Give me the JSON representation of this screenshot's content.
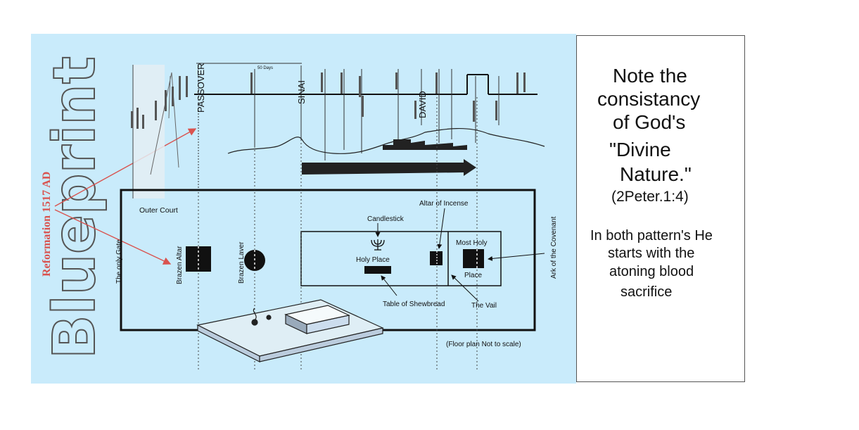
{
  "left_panel": {
    "title": "Blueprint",
    "reformation": "Reformation 1517 AD"
  },
  "timeline": {
    "top_markers": [
      "PASSOVER",
      "SINAI",
      "DAVID"
    ],
    "span_label": "50 Days"
  },
  "floor_plan": {
    "outer_court": "Outer Court",
    "only_gate": "The only Gate",
    "brazen_altar": "Brazen Altar",
    "brazen_laver": "Brazen Laver",
    "candlestick": "Candlestick",
    "holy_place": "Holy Place",
    "altar_of_incense": "Altar of Incense",
    "most_holy": "Most Holy",
    "place": "Place",
    "table_of_shewbread": "Table of Shewbread",
    "the_vail": "The Vail",
    "ark": "Ark of the Covenant",
    "scale_note": "(Floor plan Not to scale)"
  },
  "note": {
    "line1": "Note the",
    "line2": "consistancy",
    "line3": "of God's",
    "line4": "\"Divine",
    "line5": "Nature.\"",
    "reference": "(2Peter.1:4)",
    "sub1": "In both pattern's He",
    "sub2": "starts with the",
    "sub3": "atoning blood",
    "sub4": "sacrifice"
  }
}
